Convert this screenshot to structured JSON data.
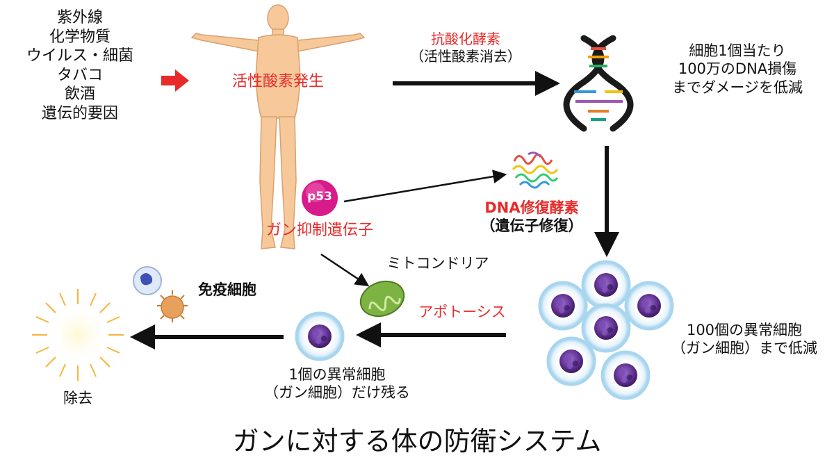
{
  "causes": [
    "紫外線",
    "化学物質",
    "ウイルス・細菌",
    "タバコ",
    "飲酒",
    "遺伝的要因"
  ],
  "ros_label": "活性酸素発生",
  "antioxidant": {
    "line1": "抗酸化酵素",
    "line2": "（活性酸素消去）"
  },
  "dna_damage": [
    "細胞1個当たり",
    "100万のDNA損傷",
    "までダメージを低減"
  ],
  "p53": {
    "badge": "p53",
    "label": "ガン抑制遺伝子"
  },
  "dna_repair": {
    "line1": "DNA修復酵素",
    "line2": "（遺伝子修復）"
  },
  "abnormal_100": [
    "100個の異常細胞",
    "（ガン細胞）まで低減"
  ],
  "mitochondria": "ミトコンドリア",
  "apoptosis": "アポトーシス",
  "abnormal_1": [
    "1個の異常細胞",
    "（ガン細胞）だけ残る"
  ],
  "immune": "免疫細胞",
  "removal": "除去",
  "title": "ガンに対する体の防衛システム",
  "colors": {
    "accent_red": "#e82a2a",
    "arrow": "#111111",
    "skin": "#f6c89a",
    "cell_purple": "#5b2d8c",
    "mito_green": "#7cb342"
  }
}
